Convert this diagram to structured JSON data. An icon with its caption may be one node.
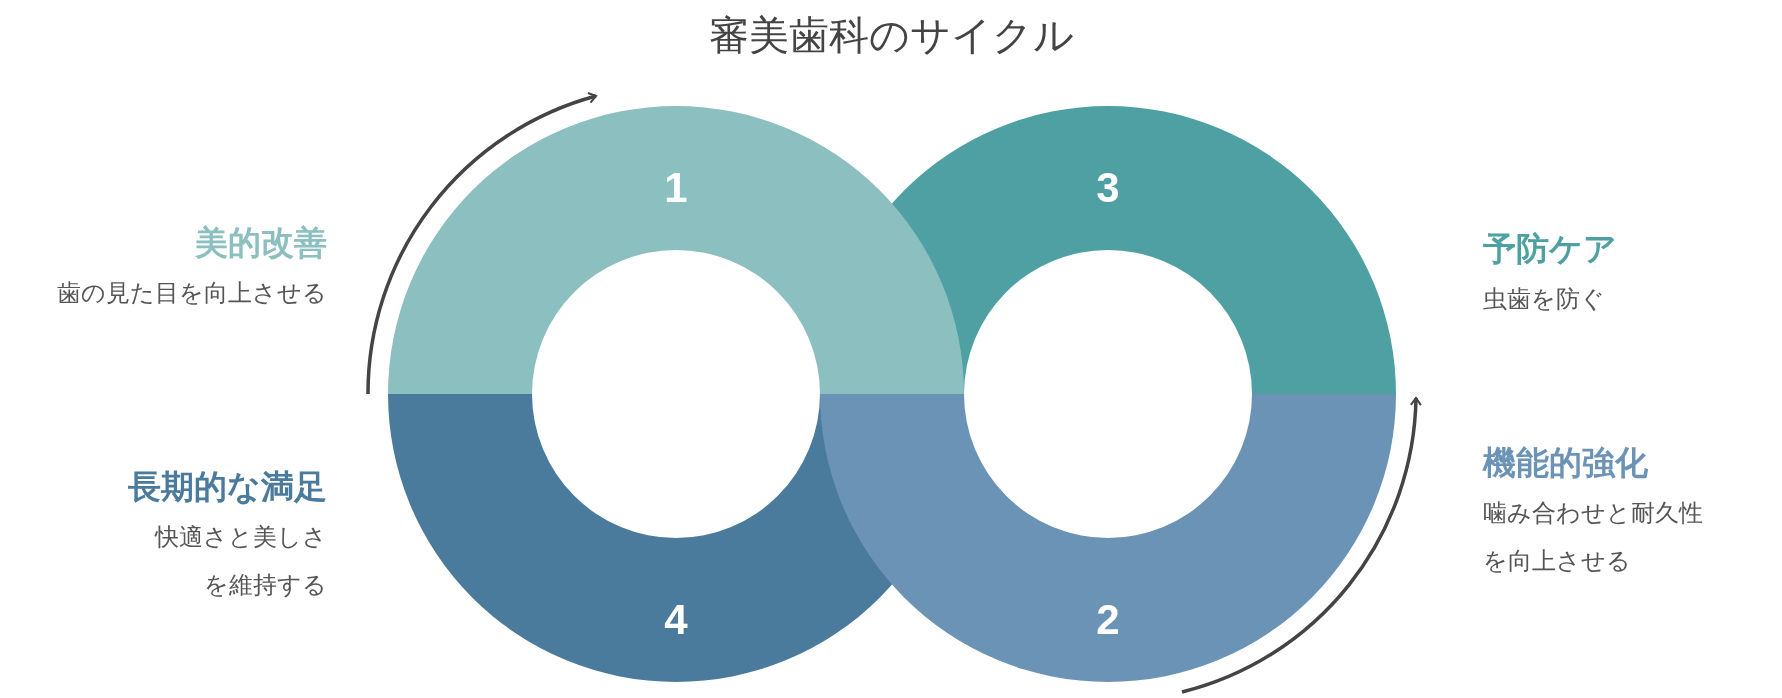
{
  "diagram": {
    "title": "審美歯科のサイクル",
    "nodes": [
      {
        "text": [
          "1"
        ],
        "beside": [
          "美的改善",
          "歯の見た目を向上させる"
        ]
      },
      {
        "text": [
          "3"
        ],
        "beside": [
          "予防ケア",
          "虫歯を防ぐ"
        ]
      },
      {
        "text": [
          "4"
        ],
        "beside": [
          "長期的な満足",
          "快適さと美しさを維持する"
        ]
      },
      {
        "text": [
          "2"
        ],
        "beside": [
          "機能的強化",
          "噛み合わせと耐久性を向上させる"
        ]
      }
    ]
  }
}
